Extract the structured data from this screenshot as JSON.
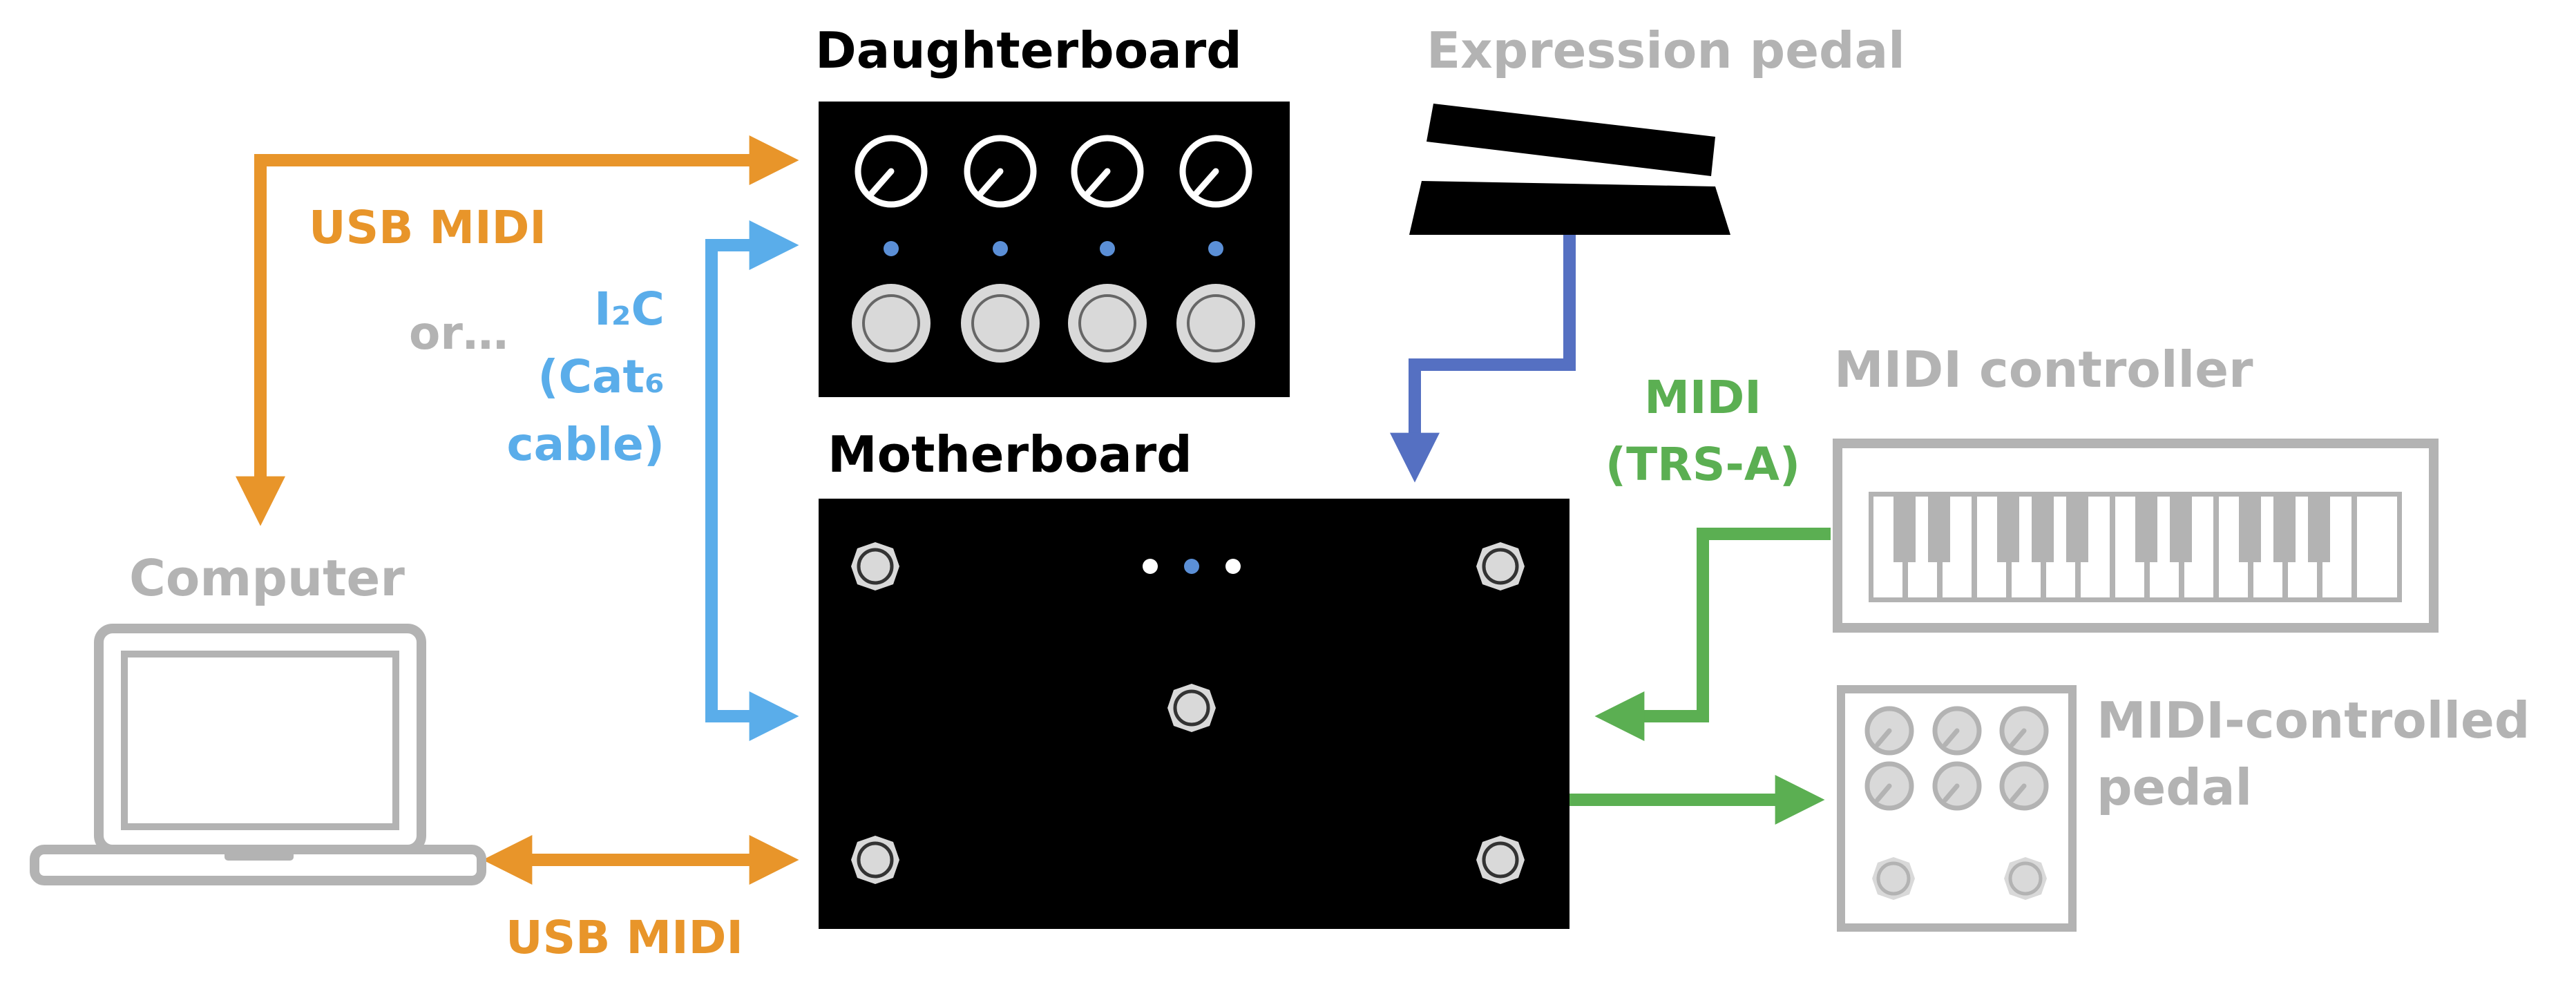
{
  "labels": {
    "daughterboard": "Daughterboard",
    "motherboard": "Motherboard",
    "expression_pedal": "Expression pedal",
    "computer": "Computer",
    "midi_controller": "MIDI controller",
    "midi_pedal_line1": "MIDI-controlled",
    "midi_pedal_line2": "pedal",
    "usb_midi_top": "USB MIDI",
    "usb_midi_bottom": "USB MIDI",
    "or": "or…",
    "i2c_line1": "I₂C",
    "i2c_line2": "(Cat₆",
    "i2c_line3": "cable)",
    "midi_line1": "MIDI",
    "midi_line2": "(TRS-A)"
  },
  "colors": {
    "usb_orange": "#E8952A",
    "i2c_blue": "#5AADEA",
    "expression_blue": "#5570C2",
    "midi_green": "#5BAF52",
    "peripheral_gray": "#B3B3B3",
    "device_black": "#000000",
    "led_blue": "#5B8FD6",
    "button_gray": "#D9D9D9"
  }
}
